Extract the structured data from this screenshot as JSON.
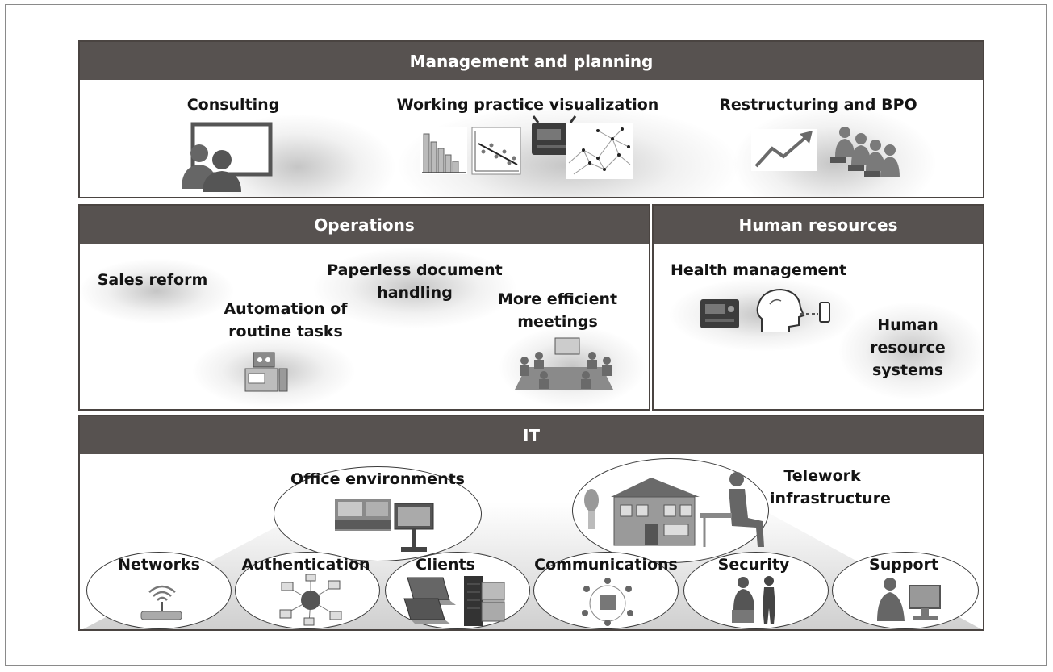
{
  "management": {
    "header": "Management and planning",
    "items": [
      "Consulting",
      "Working practice visualization",
      "Restructuring and BPO"
    ]
  },
  "operations": {
    "header": "Operations",
    "sales": "Sales reform",
    "paperless": [
      "Paperless document",
      "handling"
    ],
    "automation": [
      "Automation of",
      "routine tasks"
    ],
    "meetings": [
      "More efficient",
      "meetings"
    ]
  },
  "hr": {
    "header": "Human resources",
    "health": "Health management",
    "systems": [
      "Human",
      "resource",
      "systems"
    ]
  },
  "it": {
    "header": "IT",
    "office": "Office environments",
    "telework": [
      "Telework",
      "infrastructure"
    ],
    "items": [
      "Networks",
      "Authentication",
      "Clients",
      "Communications",
      "Security",
      "Support"
    ]
  }
}
